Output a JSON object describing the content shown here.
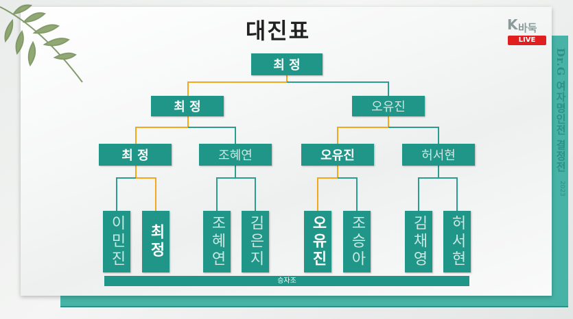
{
  "title": "대진표",
  "logo": {
    "k": "K",
    "text": "바둑"
  },
  "live_label": "LIVE",
  "vertical_title": "Dr.G 여자명인전 결정전",
  "year": "2023",
  "footer": "승자조",
  "colors": {
    "node": "#1f9688",
    "winner_line": "#f2a818",
    "loser_line": "#2a9d8f",
    "live": "#e02020"
  },
  "bracket": {
    "final": "최 정",
    "semi": [
      "최 정",
      "오유진"
    ],
    "quarter": [
      "최 정",
      "조혜연",
      "오유진",
      "허서현"
    ],
    "round1": [
      "이민진",
      "최정",
      "조혜연",
      "김은지",
      "오유진",
      "조승아",
      "김채영",
      "허서현"
    ]
  }
}
